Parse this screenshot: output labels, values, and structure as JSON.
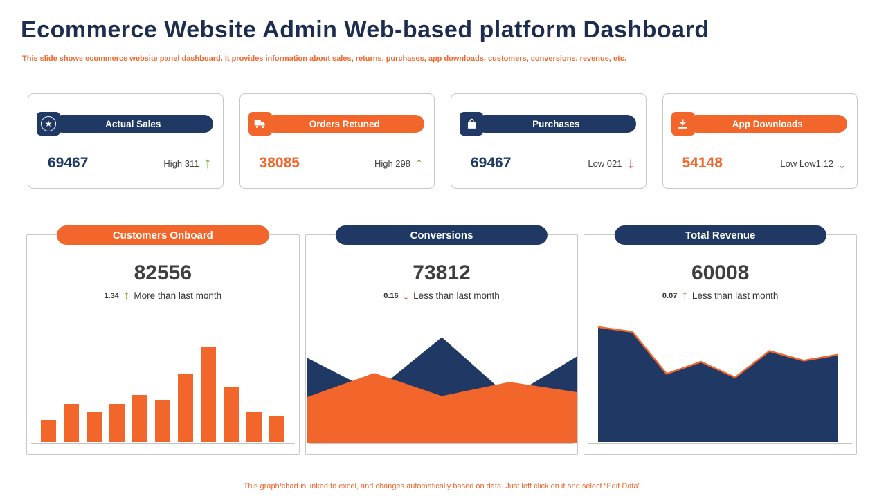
{
  "page": {
    "title": "Ecommerce Website Admin Web-based platform Dashboard",
    "subtitle": "This slide shows ecommerce website panel dashboard. It provides information about sales, returns, purchases, app downloads, customers, conversions, revenue, etc.",
    "footer": "This graph/chart is linked to excel,  and changes automatically based on data. Just left click on it and select “Edit Data”."
  },
  "colors": {
    "navy": "#1f3864",
    "orange": "#f2662b",
    "green": "#56af31",
    "red": "#d9342b",
    "heading": "#1d2d50",
    "value-dark": "#3f3f3f",
    "border": "#c8c8c8"
  },
  "kpis": [
    {
      "label": "Actual Sales",
      "value": "69467",
      "delta": "High 311",
      "trend": "up",
      "theme": "navy",
      "icon": "star"
    },
    {
      "label": "Orders Retuned",
      "value": "38085",
      "delta": "High 298",
      "trend": "up",
      "theme": "orange",
      "icon": "truck"
    },
    {
      "label": "Purchases",
      "value": "69467",
      "delta": "Low 021",
      "trend": "down",
      "theme": "navy",
      "icon": "bag"
    },
    {
      "label": "App Downloads",
      "value": "54148",
      "delta": "Low Low1.12",
      "trend": "down",
      "theme": "orange",
      "icon": "download"
    }
  ],
  "chart_data": [
    {
      "type": "bar",
      "title": "Customers Onboard",
      "value": "82556",
      "delta": {
        "amount": "1.34",
        "direction": "up",
        "text": "More than last month"
      },
      "categories": [],
      "values": [
        22,
        38,
        30,
        38,
        47,
        42,
        68,
        95,
        55,
        30,
        26
      ],
      "ylim": [
        0,
        100
      ],
      "bar_color": "orange",
      "grid": false,
      "legend": "none"
    },
    {
      "type": "area",
      "title": "Conversions",
      "value": "73812",
      "delta": {
        "amount": "0.16",
        "direction": "down",
        "text": "Less than last month"
      },
      "x_range": [
        0,
        4
      ],
      "ylim": [
        0,
        100
      ],
      "grid": false,
      "legend": "none",
      "series": [
        {
          "name": "conversions-back",
          "color": "navy",
          "values": [
            67,
            40,
            83,
            36,
            68
          ]
        },
        {
          "name": "conversions-front",
          "color": "orange",
          "values": [
            36,
            55,
            37,
            48,
            40
          ]
        }
      ]
    },
    {
      "type": "area",
      "title": "Total Revenue",
      "value": "60008",
      "delta": {
        "amount": "0.07",
        "direction": "up",
        "text": "Less than last month"
      },
      "x_range": [
        0,
        7
      ],
      "ylim": [
        0,
        100
      ],
      "grid": false,
      "legend": "none",
      "series": [
        {
          "name": "revenue",
          "color": "navy",
          "stroke": "orange",
          "values": [
            96,
            92,
            57,
            67,
            54,
            76,
            68,
            73
          ]
        }
      ]
    }
  ]
}
